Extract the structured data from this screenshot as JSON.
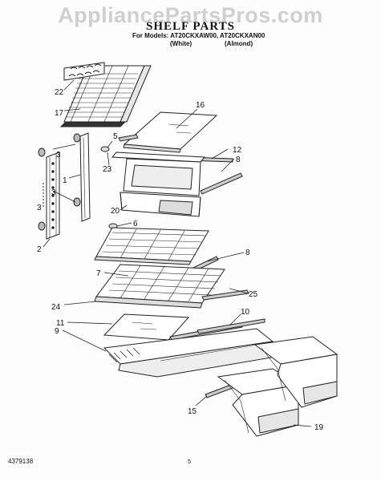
{
  "watermark": "AppliancePartsPros.com",
  "title": "SHELF PARTS",
  "models_line": "For Models: AT20CKXAW00, AT20CKXAN00",
  "variant_white": "(White)",
  "variant_almond": "(Almond)",
  "doc_number": "4379138",
  "page_number": "5",
  "callouts": {
    "c22": "22",
    "c17": "17",
    "c16": "16",
    "c5": "5",
    "c3a": "3",
    "c23": "23",
    "c12": "12",
    "c8a": "8",
    "c1": "1",
    "c3b": "3",
    "c20": "20",
    "c3c": "3",
    "c6": "6",
    "c2": "2",
    "c8b": "8",
    "c7": "7",
    "c25": "25",
    "c24": "24",
    "c10": "10",
    "c11": "11",
    "c9": "9",
    "c15": "15",
    "c19": "19"
  }
}
